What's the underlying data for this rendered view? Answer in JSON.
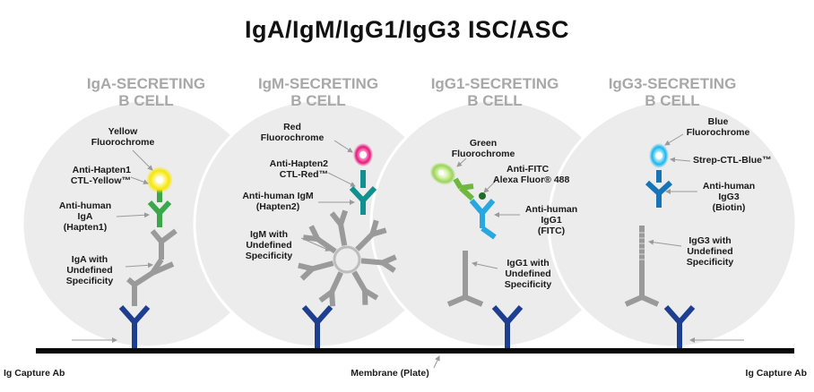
{
  "title": "IgA/IgM/IgG1/IgG3  ISC/ASC",
  "cells": [
    {
      "title_line1": "IgA-SECRETING",
      "title_line2": "B CELL",
      "labels": {
        "fluor": [
          "Yellow",
          "Fluorochrome"
        ],
        "detect": [
          "Anti-Hapten1",
          "CTL-Yellow™"
        ],
        "anti": [
          "Anti-human",
          "IgA",
          "(Hapten1)"
        ],
        "undef": [
          "IgA with",
          "Undefined",
          "Specificity"
        ]
      }
    },
    {
      "title_line1": "IgM-SECRETING",
      "title_line2": "B CELL",
      "labels": {
        "fluor": [
          "Red",
          "Fluorochrome"
        ],
        "detect": [
          "Anti-Hapten2",
          "CTL-Red™"
        ],
        "anti": [
          "Anti-human IgM",
          "(Hapten2)"
        ],
        "undef": [
          "IgM with",
          "Undefined",
          "Specificity"
        ]
      }
    },
    {
      "title_line1": "IgG1-SECRETING",
      "title_line2": "B CELL",
      "labels": {
        "fluor": [
          "Green",
          "Fluorochrome"
        ],
        "detect": [
          "Anti-FITC",
          "Alexa Fluor® 488"
        ],
        "anti": [
          "Anti-human",
          "IgG1",
          "(FITC)"
        ],
        "undef": [
          "IgG1 with",
          "Undefined",
          "Specificity"
        ]
      }
    },
    {
      "title_line1": "IgG3-SECRETING",
      "title_line2": "B CELL",
      "labels": {
        "fluor": [
          "Blue",
          "Fluorochrome"
        ],
        "detect": [
          "Strep-CTL-Blue™"
        ],
        "anti": [
          "Anti-human",
          "IgG3",
          "(Biotin)"
        ],
        "undef": [
          "IgG3 with",
          "Undefined",
          "Specificity"
        ]
      }
    }
  ],
  "bottom": {
    "left": "Ig Capture Ab",
    "center": "Membrane (Plate)",
    "right": "Ig Capture Ab"
  },
  "colors": {
    "cell_fill": "#ececec",
    "capture_blue": "#1e3f8f",
    "igA_green": "#3aa84a",
    "igM_teal": "#10908f",
    "igG1_blue": "#29a7e0",
    "igG3_blue": "#1774b8",
    "yellow": "#f7e600",
    "red": "#e6197a",
    "green_fluor": "#9bd35a",
    "blue_fluor": "#19b7f0",
    "gray_ab": "#9a9a9a",
    "membrane": "#0a0a0a"
  }
}
